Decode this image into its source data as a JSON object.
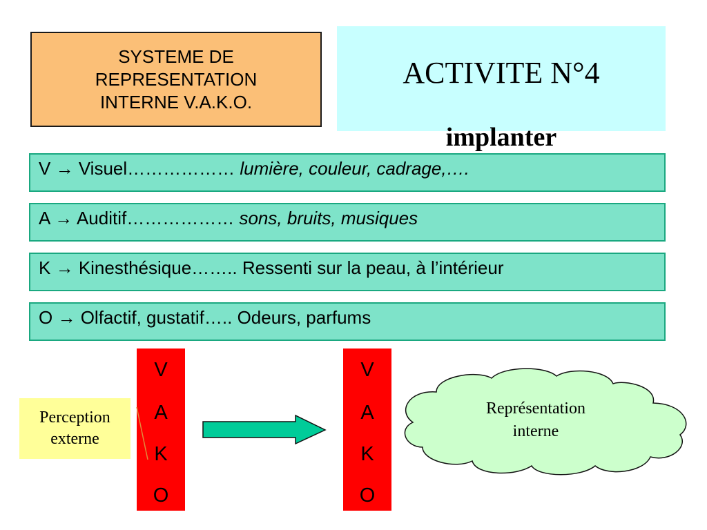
{
  "header": {
    "lines": [
      "SYSTEME DE",
      "REPRESENTATION",
      "INTERNE V.A.K.O."
    ]
  },
  "activity": {
    "title": "ACTIVITE N°4",
    "subtitle": "implanter"
  },
  "senses": [
    {
      "letter": "V",
      "arrow": "→",
      "label": "Visuel………………",
      "desc": "lumière, couleur, cadrage,….",
      "desc_italic": true
    },
    {
      "letter": "A",
      "arrow": "→",
      "label": "Auditif………………",
      "desc": "sons, bruits, musiques",
      "desc_italic": true
    },
    {
      "letter": "K",
      "arrow": "→",
      "label": "Kinesthésique……..",
      "desc": "Ressenti sur la peau, à l’intérieur",
      "desc_italic": false
    },
    {
      "letter": "O",
      "arrow": "→",
      "label": "Olfactif,  gustatif…..",
      "desc": "Odeurs, parfums",
      "desc_italic": false
    }
  ],
  "diagram": {
    "perception": [
      "Perception",
      "externe"
    ],
    "vako_left": [
      "V",
      "A",
      "K",
      "O"
    ],
    "vako_right": [
      "V",
      "A",
      "K",
      "O"
    ],
    "representation": [
      "Représentation",
      "interne"
    ]
  },
  "colors": {
    "header_bg": "#fbbf77",
    "activity_bg": "#c8ffff",
    "row_bg": "#7ee3c9",
    "row_border": "#1aa880",
    "vako_bar": "#ff0000",
    "perception_bg": "#ffff99",
    "cloud_fill": "#ccffcc",
    "arrow_fill": "#00cc99"
  }
}
